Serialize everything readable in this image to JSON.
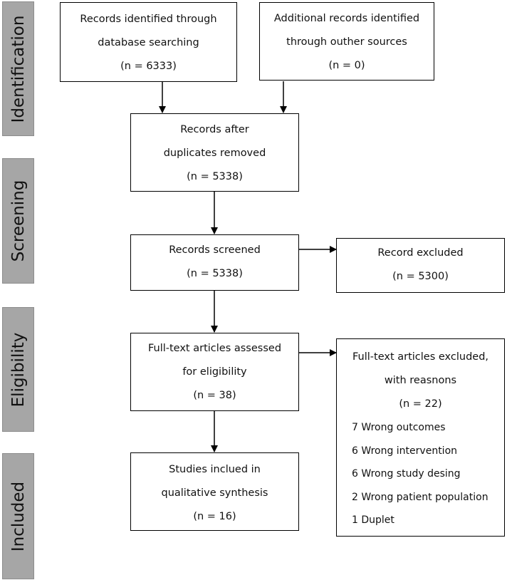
{
  "phases": {
    "identification": "Identification",
    "screening": "Screening",
    "eligibility": "Eligibility",
    "included": "Included"
  },
  "boxes": {
    "database_records": {
      "line1": "Records identified through",
      "line2": "database searching",
      "count": "(n = 6333)"
    },
    "other_records": {
      "line1": "Additional records identified",
      "line2": "through outher sources",
      "count": "(n = 0)"
    },
    "duplicates_removed": {
      "line1": "Records after",
      "line2": "duplicates removed",
      "count": "(n = 5338)"
    },
    "screened": {
      "line1": "Records screened",
      "count": "(n = 5338)"
    },
    "excluded": {
      "line1": "Record excluded",
      "count": "(n = 5300)"
    },
    "fulltext_assessed": {
      "line1": "Full-text articles assessed",
      "line2": "for eligibility",
      "count": "(n = 38)"
    },
    "fulltext_excluded": {
      "line1": "Full-text articles excluded,",
      "line2": "with reasnons",
      "count": "(n = 22)",
      "reasons": [
        "7 Wrong outcomes",
        "6 Wrong intervention",
        "6 Wrong study desing",
        "2 Wrong patient population",
        "1 Duplet"
      ]
    },
    "included_studies": {
      "line1": "Studies inclued in",
      "line2": "qualitative synthesis",
      "count": "(n = 16)"
    }
  },
  "colors": {
    "phase_fill": "#a6a6a6",
    "box_border": "#000000",
    "arrow": "#000000"
  }
}
